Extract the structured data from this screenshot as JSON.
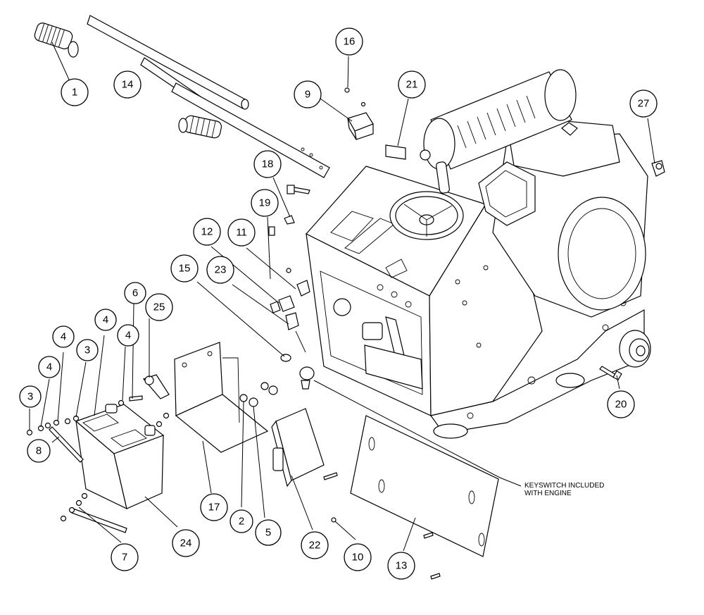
{
  "diagram": {
    "colors": {
      "line": "#000000",
      "background": "#ffffff"
    },
    "callouts": [
      {
        "id": "c1",
        "label": "1"
      },
      {
        "id": "c14",
        "label": "14"
      },
      {
        "id": "c16",
        "label": "16"
      },
      {
        "id": "c9",
        "label": "9"
      },
      {
        "id": "c21",
        "label": "21"
      },
      {
        "id": "c27",
        "label": "27"
      },
      {
        "id": "c18",
        "label": "18"
      },
      {
        "id": "c19",
        "label": "19"
      },
      {
        "id": "c12",
        "label": "12"
      },
      {
        "id": "c11",
        "label": "11"
      },
      {
        "id": "c15",
        "label": "15"
      },
      {
        "id": "c23",
        "label": "23"
      },
      {
        "id": "c6",
        "label": "6"
      },
      {
        "id": "c25",
        "label": "25"
      },
      {
        "id": "c4a",
        "label": "4"
      },
      {
        "id": "c4b",
        "label": "4"
      },
      {
        "id": "c4c",
        "label": "4"
      },
      {
        "id": "c4d",
        "label": "4"
      },
      {
        "id": "c3a",
        "label": "3"
      },
      {
        "id": "c3b",
        "label": "3"
      },
      {
        "id": "c8",
        "label": "8"
      },
      {
        "id": "c7",
        "label": "7"
      },
      {
        "id": "c24",
        "label": "24"
      },
      {
        "id": "c17",
        "label": "17"
      },
      {
        "id": "c2",
        "label": "2"
      },
      {
        "id": "c5",
        "label": "5"
      },
      {
        "id": "c22",
        "label": "22"
      },
      {
        "id": "c10",
        "label": "10"
      },
      {
        "id": "c13",
        "label": "13"
      },
      {
        "id": "c20",
        "label": "20"
      }
    ],
    "note": {
      "line1": "KEYSWITCH INCLUDED",
      "line2": "WITH ENGINE"
    }
  }
}
